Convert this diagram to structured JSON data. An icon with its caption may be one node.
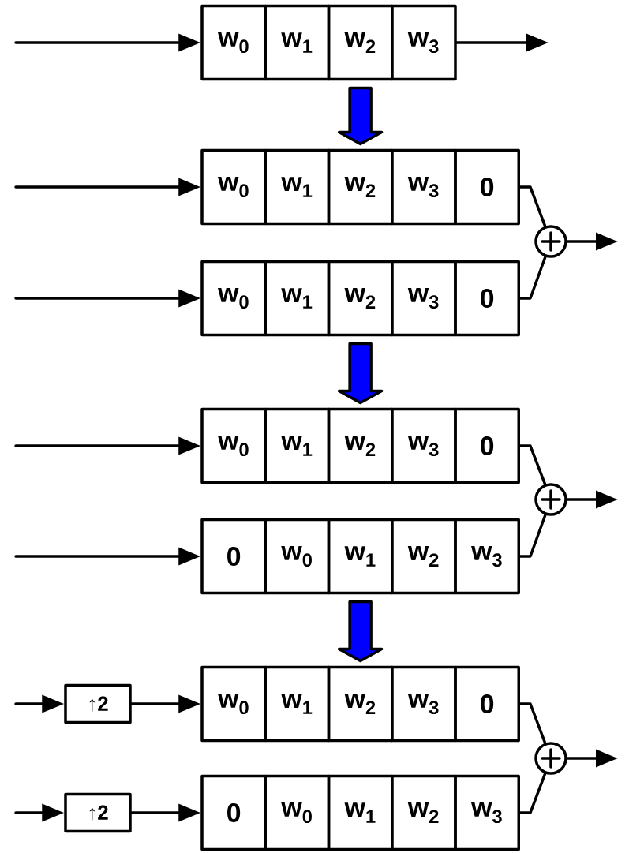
{
  "diagram": {
    "nodes": [
      {
        "text": [
          "w$_{0}$"
        ]
      },
      {
        "text": [
          "w$_{1}$"
        ]
      },
      {
        "text": [
          "w$_{2}$"
        ]
      },
      {
        "text": [
          "w$_{3}$"
        ]
      },
      {
        "text": [
          "w$_{0}$"
        ]
      },
      {
        "text": [
          "w$_{1}$"
        ]
      },
      {
        "text": [
          "w$_{2}$"
        ]
      },
      {
        "text": [
          "w$_{3}$"
        ]
      },
      {
        "text": [
          "0"
        ]
      },
      {
        "text": [
          "w$_{0}$"
        ]
      },
      {
        "text": [
          "w$_{1}$"
        ]
      },
      {
        "text": [
          "w$_{2}$"
        ]
      },
      {
        "text": [
          "w$_{3}$"
        ]
      },
      {
        "text": [
          "0"
        ]
      },
      {
        "text": [],
        "shape": "circle"
      },
      {
        "text": [
          "w$_{0}$"
        ]
      },
      {
        "text": [
          "w$_{1}$"
        ]
      },
      {
        "text": [
          "w$_{2}$"
        ]
      },
      {
        "text": [
          "w$_{3}$"
        ]
      },
      {
        "text": [
          "0"
        ]
      },
      {
        "text": [
          "0"
        ]
      },
      {
        "text": [
          "w$_{0}$"
        ]
      },
      {
        "text": [
          "w$_{1}$"
        ]
      },
      {
        "text": [
          "w$_{2}$"
        ]
      },
      {
        "text": [
          "w$_{3}$"
        ]
      },
      {
        "text": [],
        "shape": "circle"
      },
      {
        "text": [
          "↑2"
        ]
      },
      {
        "text": [
          "w$_{0}$"
        ]
      },
      {
        "text": [
          "w$_{1}$"
        ]
      },
      {
        "text": [
          "w$_{2}$"
        ]
      },
      {
        "text": [
          "w$_{3}$"
        ]
      },
      {
        "text": [
          "0"
        ]
      },
      {
        "text": [
          "↑2"
        ]
      },
      {
        "text": [
          "0"
        ]
      },
      {
        "text": [
          "w$_{0}$"
        ]
      },
      {
        "text": [
          "w$_{1}$"
        ]
      },
      {
        "text": [
          "w$_{2}$"
        ]
      },
      {
        "text": [
          "w$_{3}$"
        ]
      },
      {
        "text": [],
        "shape": "circle"
      }
    ],
    "edges": [
      {
        "from": null,
        "to": 0,
        "arrow": "to"
      },
      {
        "from": 3,
        "to": null,
        "arrow": "to"
      },
      {
        "from": 2,
        "to": 6,
        "arrow": "to",
        "style": "thick",
        "color": "#0000ff"
      },
      {
        "from": null,
        "to": 4,
        "arrow": "to"
      },
      {
        "from": null,
        "to": 9,
        "arrow": "to"
      },
      {
        "from": 8,
        "to": 14,
        "arrow": "none"
      },
      {
        "from": 13,
        "to": 14,
        "arrow": "none"
      },
      {
        "from": 14,
        "to": null,
        "arrow": "to"
      },
      {
        "from": 11,
        "to": 17,
        "arrow": "to",
        "style": "thick",
        "color": "#0000ff"
      },
      {
        "from": null,
        "to": 15,
        "arrow": "to"
      },
      {
        "from": null,
        "to": 20,
        "arrow": "to"
      },
      {
        "from": 19,
        "to": 25,
        "arrow": "none"
      },
      {
        "from": 24,
        "to": 25,
        "arrow": "none"
      },
      {
        "from": 25,
        "to": null,
        "arrow": "to"
      },
      {
        "from": 22,
        "to": 29,
        "arrow": "to",
        "style": "thick",
        "color": "#0000ff"
      },
      {
        "from": null,
        "to": 26,
        "arrow": "to"
      },
      {
        "from": 26,
        "to": 27,
        "arrow": "to"
      },
      {
        "from": null,
        "to": 32,
        "arrow": "to"
      },
      {
        "from": 32,
        "to": 33,
        "arrow": "to"
      },
      {
        "from": 31,
        "to": 38,
        "arrow": "none"
      },
      {
        "from": 37,
        "to": 38,
        "arrow": "none"
      },
      {
        "from": 38,
        "to": null,
        "arrow": "to"
      }
    ]
  }
}
